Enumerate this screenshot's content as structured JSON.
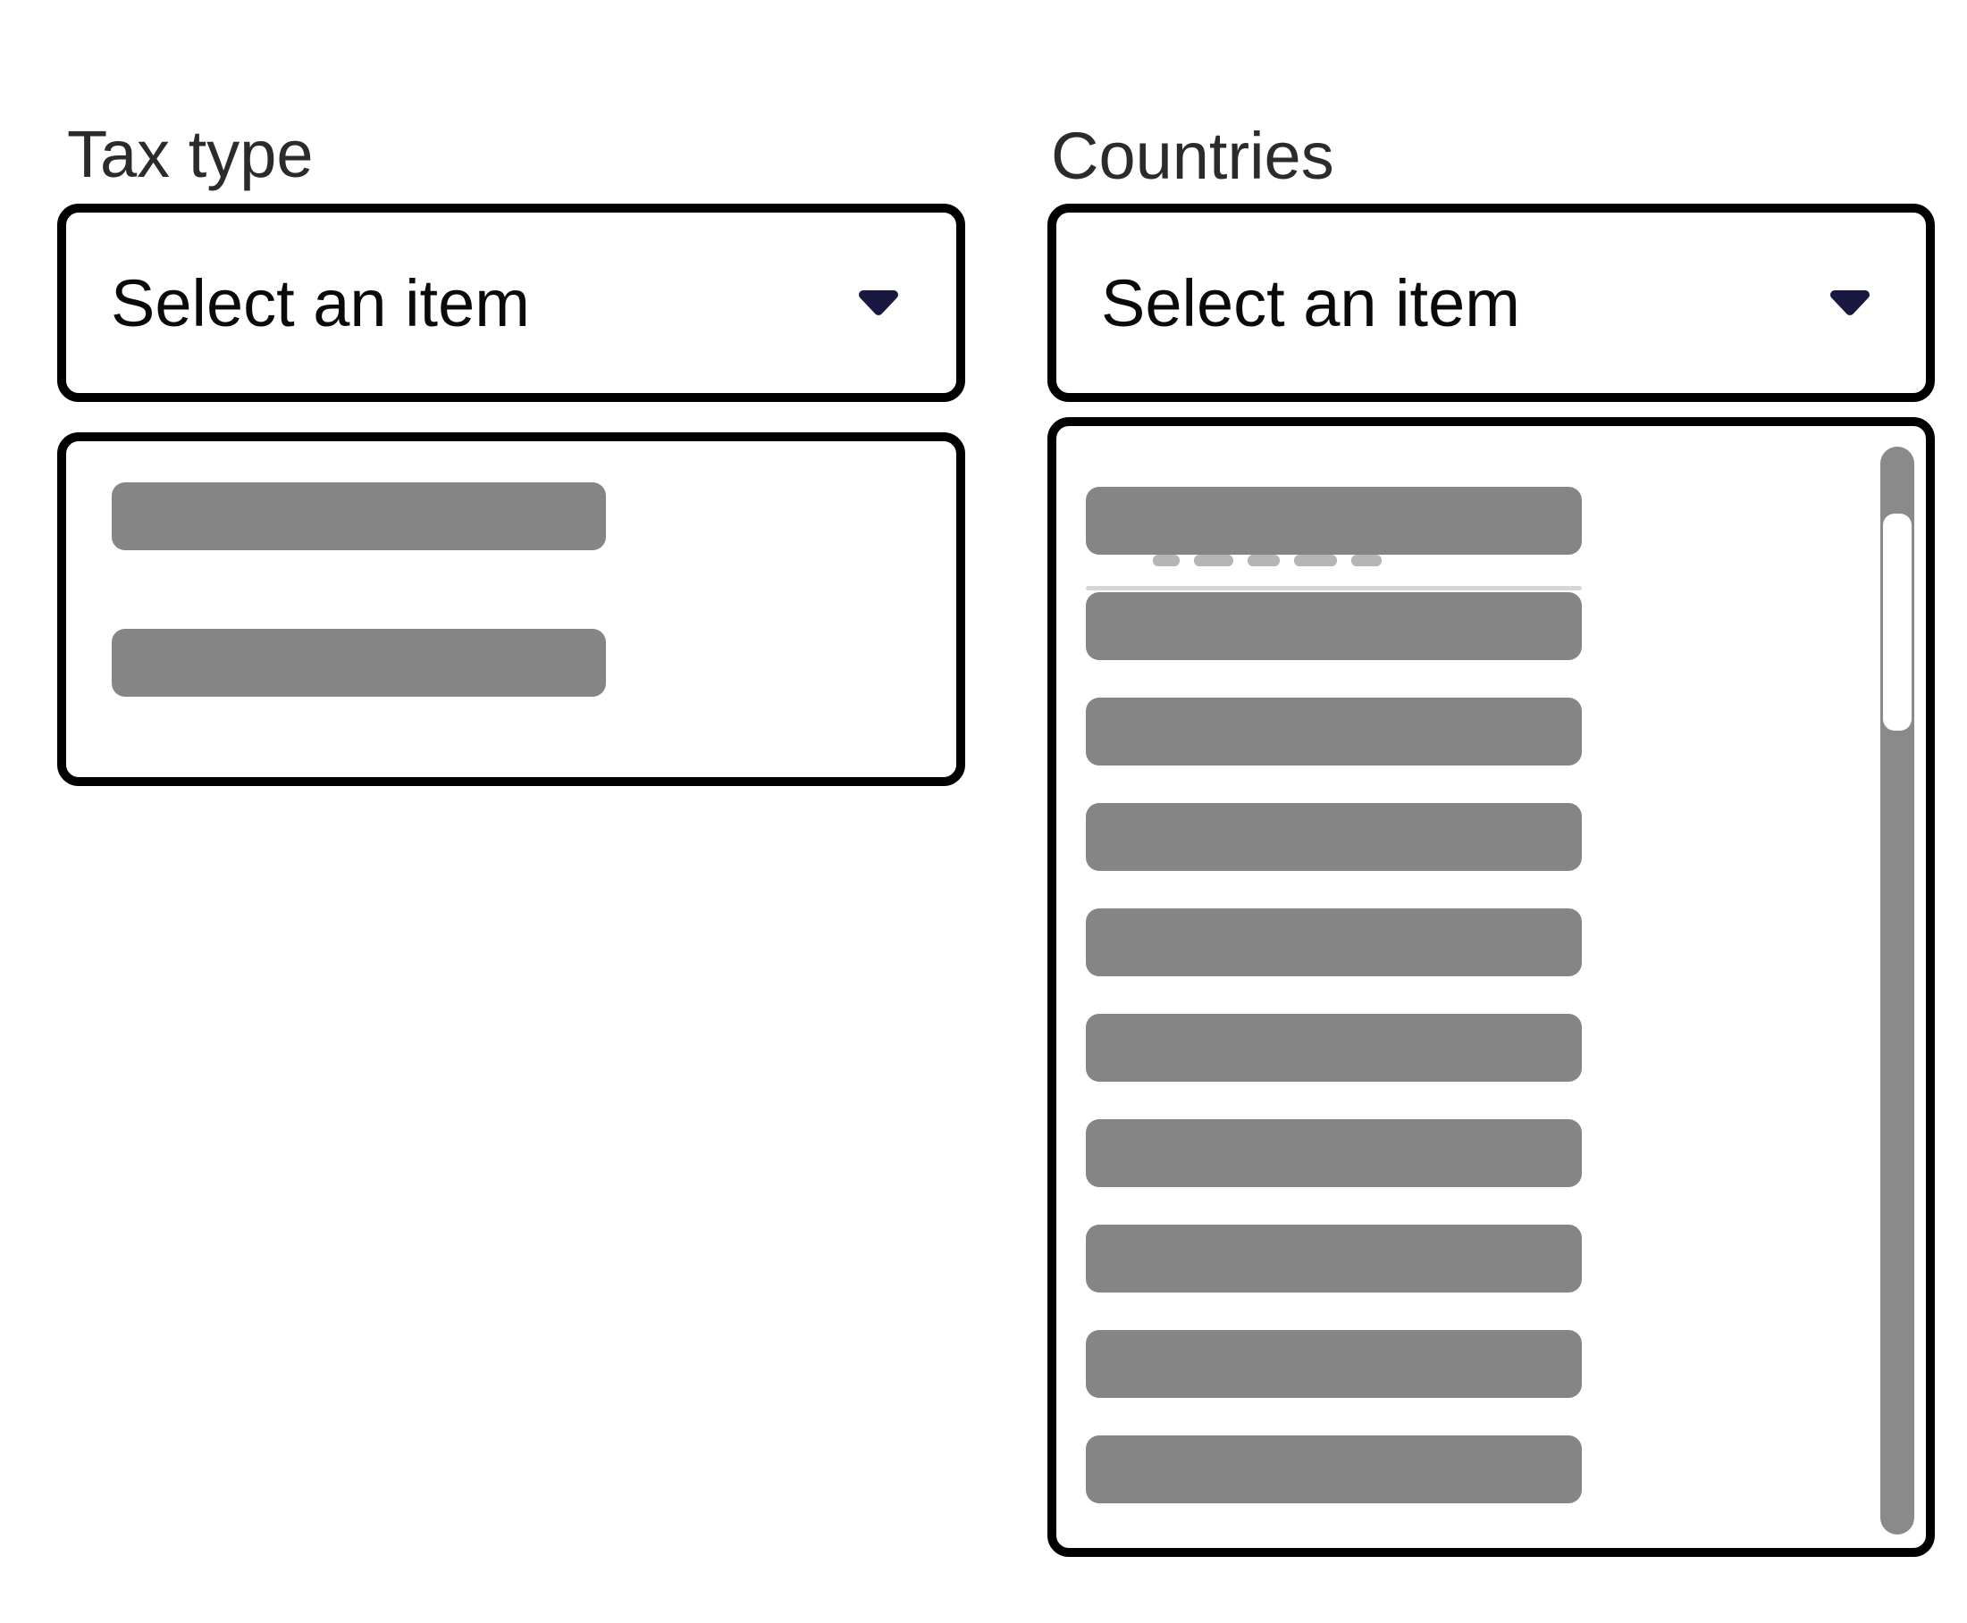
{
  "left_panel": {
    "label": "Tax type",
    "select_value": "Select an item",
    "dropdown_icon": "chevron-down-icon",
    "skeleton_item_count": 2
  },
  "right_panel": {
    "label": "Countries",
    "select_value": "Select an item",
    "dropdown_icon": "chevron-down-icon",
    "skeleton_item_count": 10,
    "scrollbar": {
      "visible": true
    }
  },
  "colors": {
    "background": "#ffffff",
    "border": "#000000",
    "label_text": "#2b2b2b",
    "select_text": "#0a0a0a",
    "caret": "#181840",
    "skeleton_bar": "#858585",
    "scrollbar_track": "#8a8a8a",
    "scrollbar_thumb": "#ffffff",
    "ghost_mark": "#b5b5b5",
    "ghost_line": "#d6d6d6"
  }
}
